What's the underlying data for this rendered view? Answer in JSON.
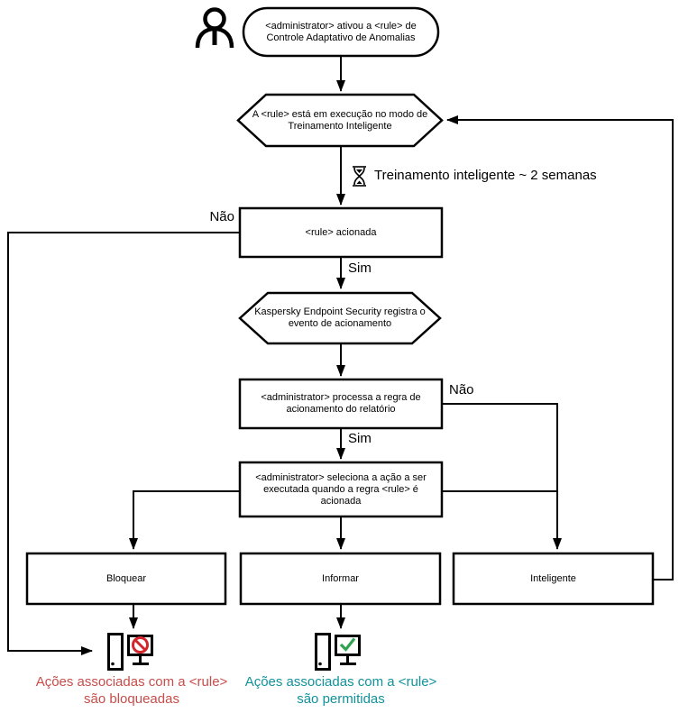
{
  "nodes": {
    "start": {
      "text": "<administrator> ativou a <rule> de Controle Adaptativo de Anomalias",
      "shape": "stadium"
    },
    "training_mode": {
      "text": "A <rule> está em execução no modo de Treinamento Inteligente",
      "shape": "hexagon"
    },
    "rule_triggered": {
      "text": "<rule> acionada",
      "shape": "rect"
    },
    "kes_registers": {
      "text": "Kaspersky Endpoint Security registra o evento de acionamento",
      "shape": "hexagon"
    },
    "admin_processes": {
      "text": "<administrator> processa a regra de acionamento do relatório",
      "shape": "rect"
    },
    "admin_selects": {
      "text": "<administrator> seleciona a ação a ser executada quando a regra <rule> é acionada",
      "shape": "rect"
    },
    "action_block": {
      "text": "Bloquear",
      "shape": "rect"
    },
    "action_inform": {
      "text": "Informar",
      "shape": "rect"
    },
    "action_smart": {
      "text": "Inteligente",
      "shape": "rect"
    }
  },
  "annotations": {
    "training_duration": "Treinamento inteligente ~ 2 semanas"
  },
  "edge_labels": {
    "nao_rule_not_triggered": "Não",
    "sim_rule_triggered": "Sim",
    "nao_report_not_processed": "Não",
    "sim_report_processed": "Sim"
  },
  "outcomes": {
    "blocked": {
      "line1": "Ações associadas com a <rule>",
      "line2": "são bloqueadas",
      "color": "#C74D4A"
    },
    "allowed": {
      "line1": "Ações associadas com a <rule>",
      "line2": "são permitidas",
      "color": "#11929B"
    }
  },
  "colors": {
    "line": "#000000",
    "prohibit_red": "#D2252C",
    "check_green": "#2EA44F"
  },
  "icons": {
    "person": "person-icon",
    "hourglass": "hourglass-icon",
    "blocked_computer": "computer-blocked-icon",
    "allowed_computer": "computer-allowed-icon"
  }
}
